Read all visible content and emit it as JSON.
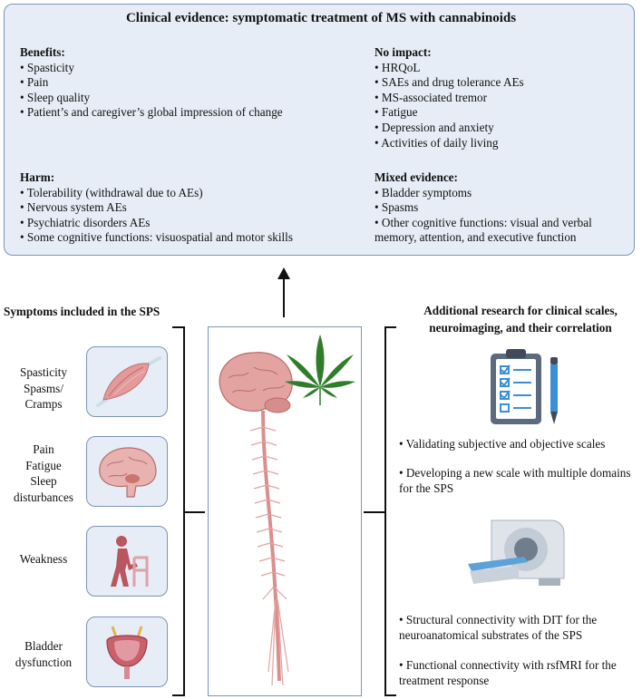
{
  "evidence": {
    "title": "Clinical evidence: symptomatic treatment of MS with cannabinoids",
    "benefits": {
      "heading": "Benefits:",
      "items": [
        "Spasticity",
        "Pain",
        "Sleep quality",
        "Patient’s and caregiver’s global impression of change"
      ]
    },
    "no_impact": {
      "heading": "No impact:",
      "items": [
        "HRQoL",
        "SAEs and drug tolerance AEs",
        "MS-associated tremor",
        "Fatigue",
        "Depression and anxiety",
        "Activities of daily living"
      ]
    },
    "harm": {
      "heading": "Harm:",
      "items": [
        "Tolerability (withdrawal due to AEs)",
        "Nervous system AEs",
        "Psychiatric disorders AEs",
        "Some cognitive functions: visuospatial and motor skills"
      ]
    },
    "mixed": {
      "heading": "Mixed evidence:",
      "items": [
        "Bladder symptoms",
        "Spasms",
        "Other cognitive functions: visual and verbal memory, attention, and executive function"
      ]
    }
  },
  "symptoms": {
    "heading": "Symptoms included in the SPS",
    "groups": [
      {
        "lines": [
          "Spasticity",
          "Spasms/",
          "Cramps"
        ],
        "icon": "muscle-icon"
      },
      {
        "lines": [
          "Pain",
          "Fatigue",
          "Sleep",
          "disturbances"
        ],
        "icon": "brain-icon"
      },
      {
        "lines": [
          "Weakness"
        ],
        "icon": "person-walker-icon"
      },
      {
        "lines": [
          "Bladder",
          "dysfunction"
        ],
        "icon": "bladder-icon"
      }
    ]
  },
  "research": {
    "heading_line1": "Additional research for clinical scales,",
    "heading_line2": "neuroimaging, and their correlation",
    "items": [
      "• Validating subjective and objective scales",
      "• Developing a new scale with multiple domains for the SPS",
      "• Structural connectivity with DIT for the neuroanatomical substrates of the SPS",
      "• Functional connectivity with rsfMRI for the treatment response"
    ],
    "icons": [
      "clipboard-checklist-icon",
      "pen-icon",
      "mri-scanner-icon"
    ]
  },
  "center": {
    "icons": [
      "brain-spinal-cord-icon",
      "cannabis-leaf-icon"
    ]
  },
  "colors": {
    "box_fill": "#e6edf6",
    "box_border": "#7d94b3",
    "tissue": "#e3a3a1",
    "leaf": "#2f7d2a"
  }
}
